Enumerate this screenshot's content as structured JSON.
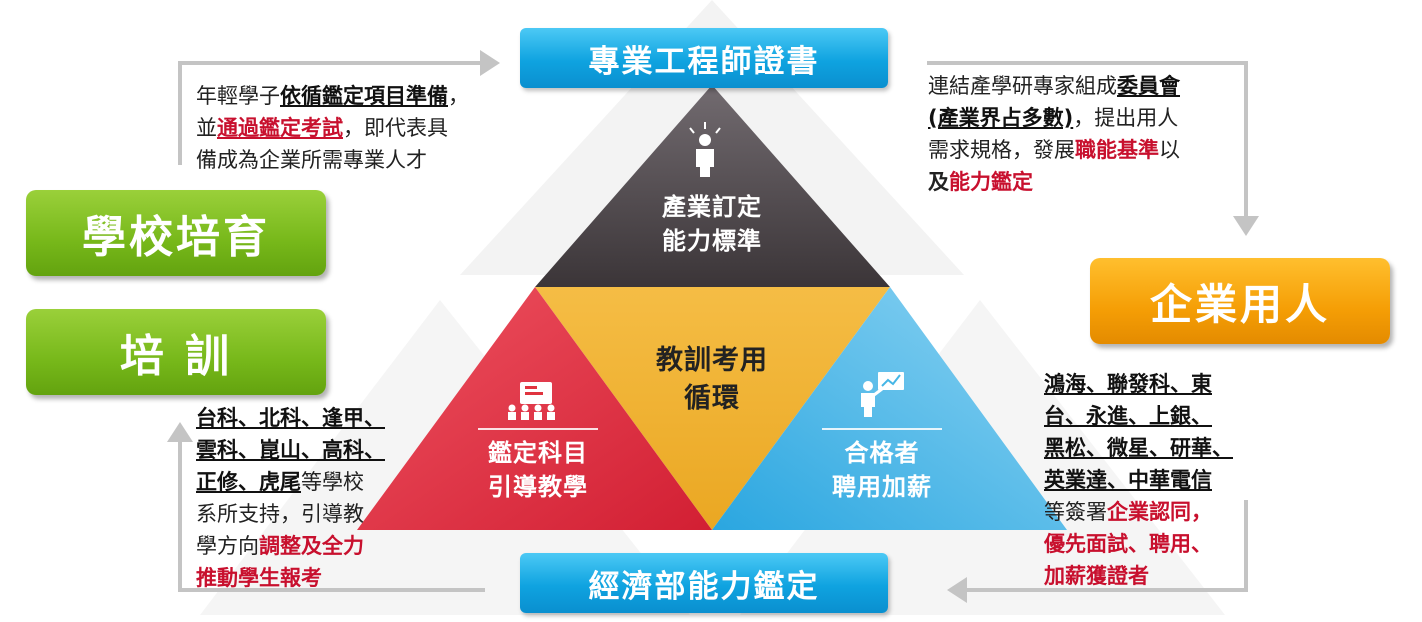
{
  "top_box": "專業工程師證書",
  "bottom_box": "經濟部能力鑑定",
  "left_boxes": [
    "學校培育",
    "培 訓"
  ],
  "right_box": "企業用人",
  "triangles": {
    "top": [
      "產業訂定",
      "能力標準"
    ],
    "center": [
      "教訓考用",
      "循環"
    ],
    "left": [
      "鑑定科目",
      "引導教學"
    ],
    "right": [
      "合格者",
      "聘用加薪"
    ]
  },
  "note_top_left": {
    "l1a": "年輕學子",
    "l1b": "依循鑑定項目準備",
    "l1c": "，",
    "l2a": "並",
    "l2b": "通過鑑定考試",
    "l2c": "，即代表具",
    "l3": "備成為企業所需專業人才"
  },
  "note_top_right": {
    "l1a": "連結產學研專家組成",
    "l1b": "委員會",
    "l2a": "(產業界占多數)",
    "l2b": "，提出用人",
    "l3a": "需求規格，發展",
    "l3b": "職能基準",
    "l3c": "以",
    "l4a": "及",
    "l4b": "能力鑑定"
  },
  "note_bottom_left": {
    "l1": "台科、北科、逢甲、",
    "l2": "雲科、崑山、高科、",
    "l3a": "正修、虎尾",
    "l3b": "等學校",
    "l4": "系所支持，引導教",
    "l5a": "學方向",
    "l5b": "調整及全力",
    "l6": "推動學生報考"
  },
  "note_bottom_right": {
    "l1": "鴻海、聯發科、東",
    "l2": "台、永進、上銀、",
    "l3": "黑松、微星、研華、",
    "l4": "英業達、中華電信",
    "l5a": "等簽署",
    "l5b": "企業認同",
    "l5c": "，",
    "l6": "優先面試、聘用、",
    "l7": "加薪獲證者"
  },
  "colors": {
    "blue": "#12a6e2",
    "green": "#77b81a",
    "orange": "#f59e05",
    "dark_triangle": "#4a4448",
    "yellow_triangle": "#f2b736",
    "red_triangle": "#e0343f",
    "lightblue_triangle": "#46b6e6",
    "emphasis_red": "#c8102e"
  }
}
